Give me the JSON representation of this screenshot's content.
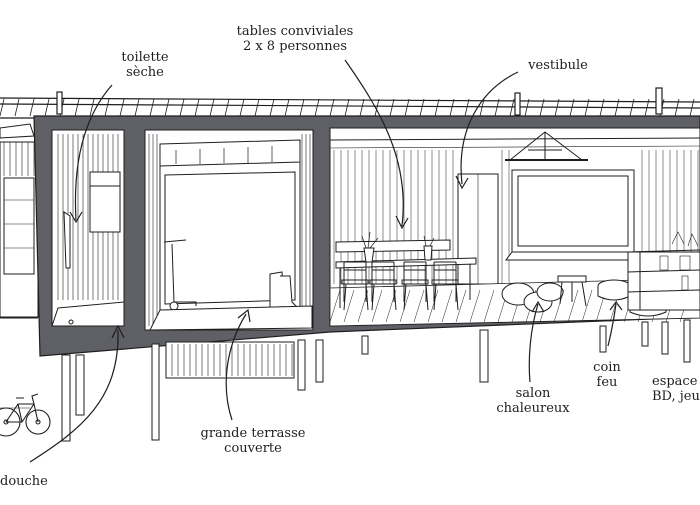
{
  "labels": {
    "toilette": [
      "toilette",
      "sèche"
    ],
    "tables": [
      "tables conviviales",
      "2 x 8 personnes"
    ],
    "vestibule": [
      "vestibule"
    ],
    "terrasse": [
      "grande terrasse",
      "couverte"
    ],
    "salon": [
      "salon",
      "chaleureux"
    ],
    "coin_feu": [
      "coin",
      "feu"
    ],
    "espace": [
      "espace",
      "BD, jeu"
    ],
    "douche": [
      "douche"
    ]
  },
  "colors": {
    "ink": "#1e1e1e",
    "wall": "#5f6066",
    "paper": "#ffffff"
  }
}
